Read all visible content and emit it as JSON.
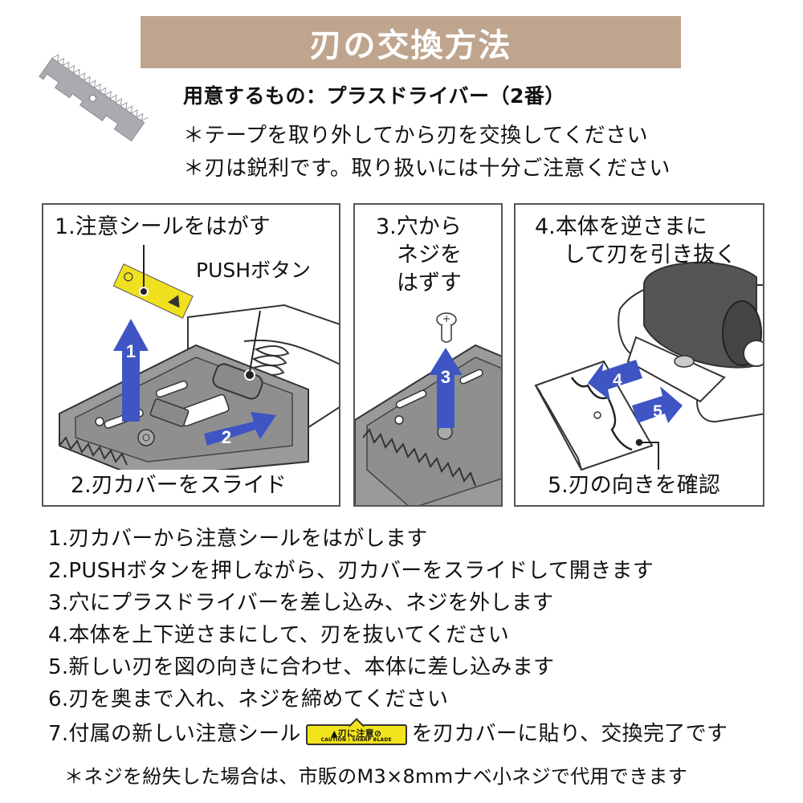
{
  "header": {
    "title": "刃の交換方法"
  },
  "requirements": {
    "tools_needed": "用意するもの：プラスドライバー（2番）",
    "notes": [
      "＊テープを取り外してから刃を交換してください",
      "＊刃は鋭利です。取り扱いには十分ご注意ください"
    ]
  },
  "panels": [
    {
      "labels": [
        "1.注意シールをはがす",
        "PUSHボタン",
        "2.刃カバーをスライド"
      ],
      "arrows": [
        "1",
        "2"
      ]
    },
    {
      "labels": [
        "3.穴から",
        "ネジを",
        "はずす"
      ],
      "arrows": [
        "3"
      ]
    },
    {
      "labels": [
        "4.本体を逆さまに",
        "して刃を引き抜く",
        "5.刃の向きを確認"
      ],
      "arrows": [
        "4",
        "5"
      ]
    }
  ],
  "steps": [
    "1.刃カバーから注意シールをはがします",
    "2.PUSHボタンを押しながら、刃カバーをスライドして開きます",
    "3.穴にプラスドライバーを差し込み、ネジを外します",
    "4.本体を上下逆さまにして、刃を抜いてください",
    "5.新しい刃を図の向きに合わせ、本体に差し込みます",
    "6.刃を奥まで入れ、ネジを締めてください",
    "7.付属の新しい注意シール",
    "を刃カバーに貼り、交換完了です"
  ],
  "sticker": {
    "top_text": "▲刃に注意⊘",
    "bottom_text": "CAUTION : SHARP BLADE"
  },
  "footnote": "＊ネジを紛失した場合は、市販のM3×8mmナベ小ネジで代用できます",
  "colors": {
    "title_bg": "#bfa58e",
    "arrow_blue": "#3f55c4",
    "sticker_yellow": "#f2e41c",
    "device_gray": "#8f8f8f"
  }
}
